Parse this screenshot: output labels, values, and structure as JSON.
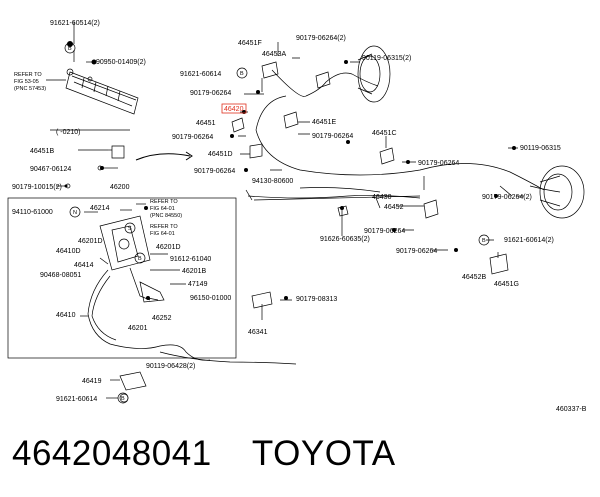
{
  "caption": {
    "part_number": "4642048041",
    "brand": "TOYOTA"
  },
  "diagram": {
    "ref_code": "460337-B",
    "range_label": "( -0210)",
    "callouts": {
      "c_91621_60514": "91621-60514(2)",
      "c_90950_01409": "90950-01409(2)",
      "c_46453a": "46453A",
      "c_46451f": "46451F",
      "c_90179_06264_top": "90179-06264(2)",
      "c_90119_06315_top": "90119-06315(2)",
      "c_91621_60614_top": "91621-60614",
      "c_90179_06264_a": "90179-06264",
      "c_46420": "46420",
      "c_46451": "46451",
      "c_46451e": "46451E",
      "c_90179_06264_b": "90179-06264",
      "c_90179_06264_c": "90179-06264",
      "c_46451d": "46451D",
      "c_46451c": "46451C",
      "c_90179_06264_d": "90179-06264",
      "c_90119_06315_r": "90119-06315",
      "c_90179_06264_e": "90179-06264",
      "c_94130_80600": "94130-80600",
      "c_46451b": "46451B",
      "c_90467_06124": "90467-06124",
      "c_90179_10015": "90179-10015(2)",
      "c_46200": "46200",
      "c_46430": "46430",
      "c_90179_06264_2": "90179-06264(2)",
      "c_94110_61000": "94110-61000",
      "c_46214": "46214",
      "c_46201d_a": "46201D",
      "c_46410d": "46410D",
      "c_46414": "46414",
      "c_90468_08051": "90468-08051",
      "c_46410": "46410",
      "c_46201d_b": "46201D",
      "c_91612_61040": "91612-61040",
      "c_46201b": "46201B",
      "c_47149": "47149",
      "c_96150_01000": "96150-01000",
      "c_46252": "46252",
      "c_46201": "46201",
      "c_46452": "46452",
      "c_90179_06264_f": "90179-06264",
      "c_90179_06264_g": "90179-06264",
      "c_91626_60635": "91626-60635(2)",
      "c_91621_60614_r": "91621-60614(2)",
      "c_46452b": "46452B",
      "c_46451g": "46451G",
      "c_90179_08313": "90179-08313",
      "c_46341": "46341",
      "c_90119_06428": "90119-06428(2)",
      "c_46419": "46419",
      "c_91621_60614_bot": "91621-60614"
    },
    "refer_notes": {
      "fig_53_05_l1": "REFER TO",
      "fig_53_05_l2": "FIG 53-05",
      "fig_53_05_l3": "(PNC 57453)",
      "fig_64_01_a_l1": "REFER TO",
      "fig_64_01_a_l2": "FIG 64-01",
      "fig_64_01_a_l3": "(PNC 84550)",
      "fig_64_01_b_l1": "REFER TO",
      "fig_64_01_b_l2": "FIG 64-01"
    },
    "markers": {
      "marker_b": "B",
      "marker_n": "N",
      "marker_s": "S"
    },
    "highlight_color": "#e0301e"
  }
}
